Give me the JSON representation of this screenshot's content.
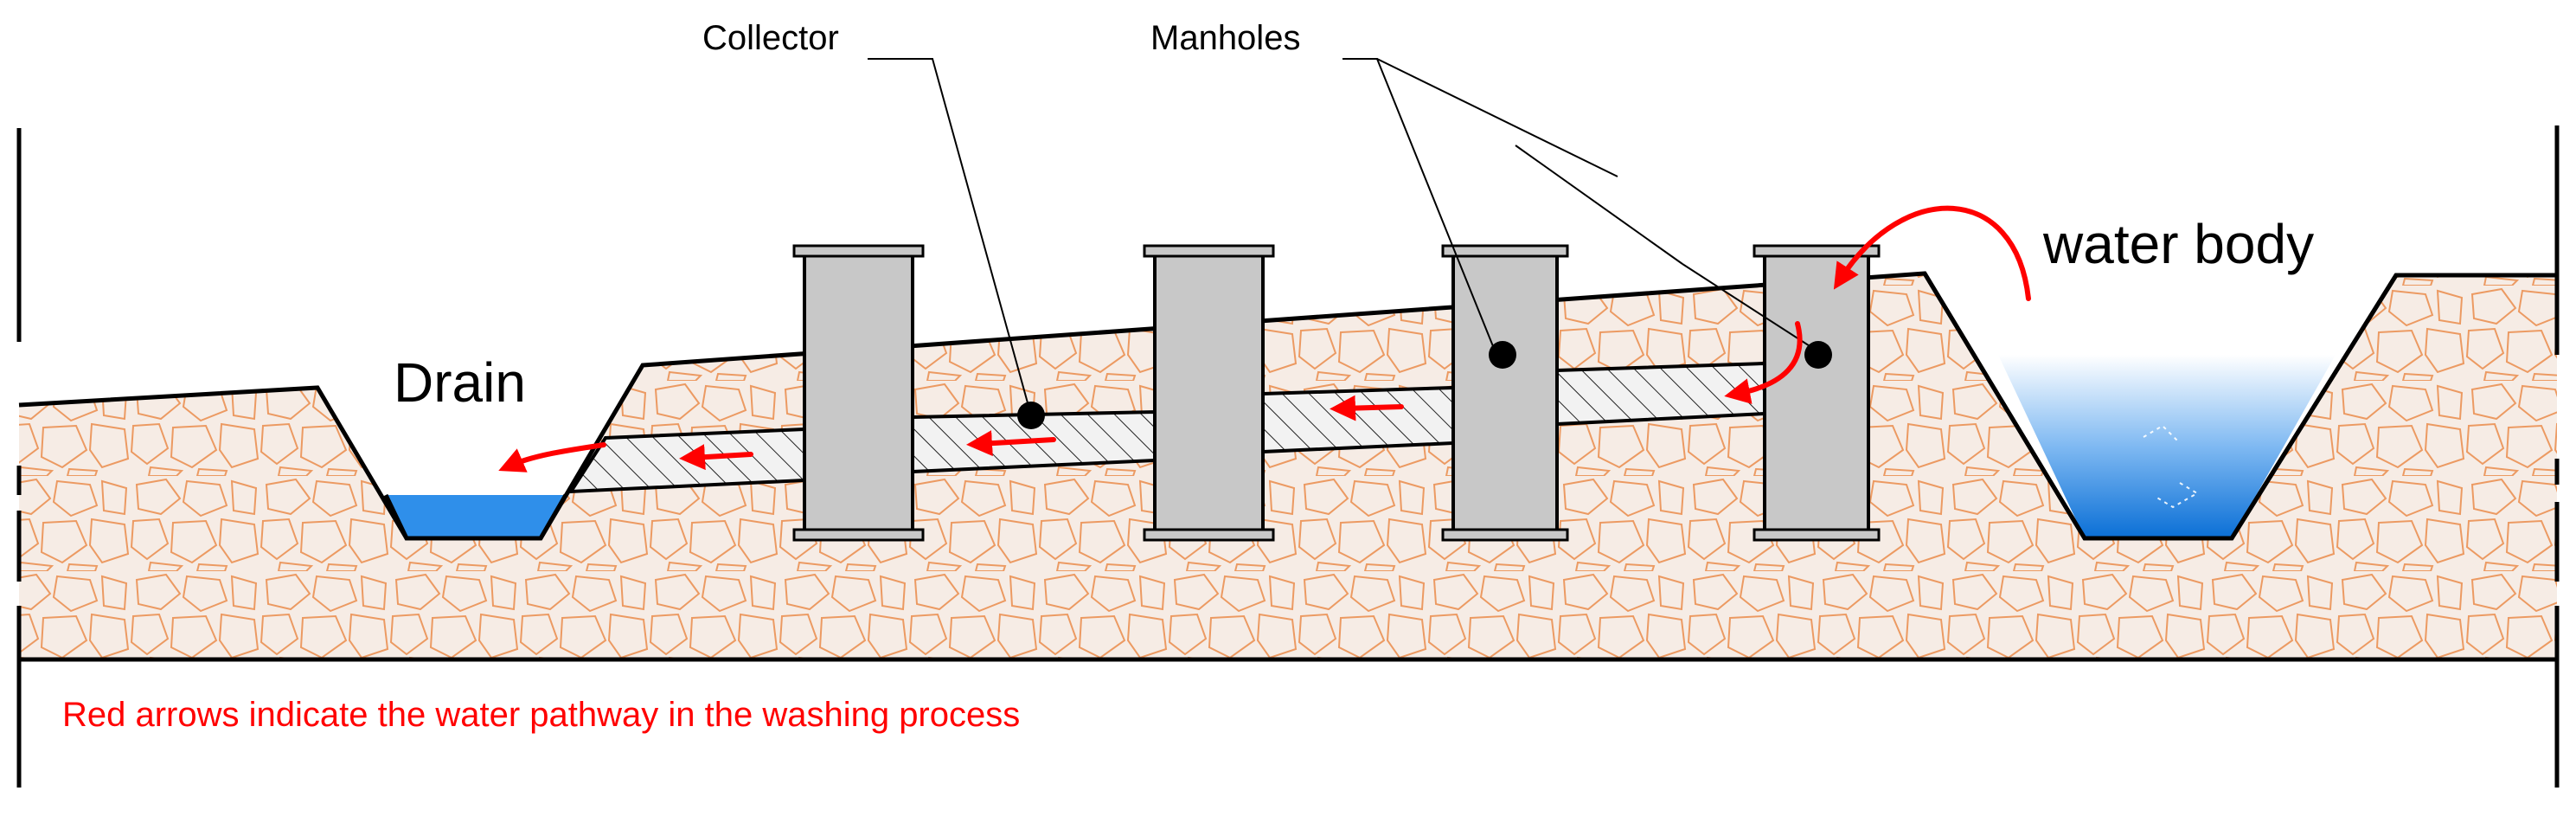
{
  "labels": {
    "collector": "Collector",
    "manholes": "Manholes",
    "drain": "Drain",
    "water_body": "water body",
    "caption": "Red arrows indicate the water pathway in the washing process"
  },
  "colors": {
    "soil_fill": "#f6ece5",
    "soil_stones": "#ec9a62",
    "manhole": "#c8c8c8",
    "water": "#2f8fea",
    "arrow": "#ff0000",
    "caption": "#ff0000",
    "line": "#000000"
  },
  "icons": {
    "flow_arrow": "red-curved-arrow",
    "manhole_dot": "black-dot"
  }
}
